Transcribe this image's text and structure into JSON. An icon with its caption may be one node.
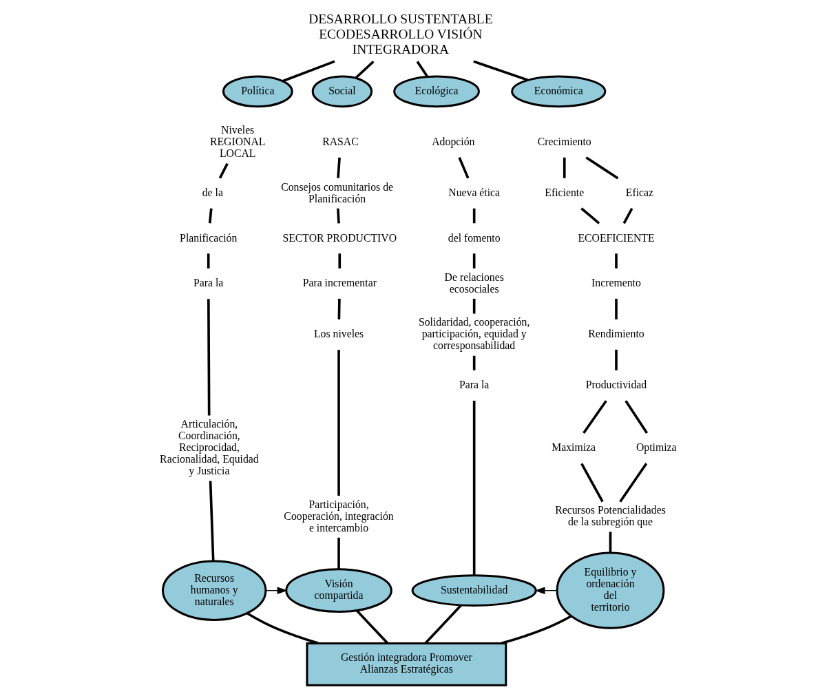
{
  "diagram": {
    "nodes": [
      {
        "text": [
          "DESARROLLO SUSTENTABLE ECODESARROLLO VISIÓN INTEGRADORA"
        ]
      },
      {
        "text": [
          "Política"
        ]
      },
      {
        "text": [
          "Social"
        ]
      },
      {
        "text": [
          "Ecológica"
        ]
      },
      {
        "text": [
          "Económica"
        ]
      },
      {
        "text": [
          "Niveles REGIONAL LOCAL"
        ]
      },
      {
        "text": [
          "de la"
        ]
      },
      {
        "text": [
          "Planificación"
        ]
      },
      {
        "text": [
          "Para la"
        ]
      },
      {
        "text": [
          "Articulación, Coordinación, Reciprocidad, Racionalidad, Equidad y Justicia"
        ]
      },
      {
        "text": [
          "Recursos humanos y naturales"
        ]
      },
      {
        "text": [
          "RASAC"
        ]
      },
      {
        "text": [
          "Consejos comunitarios de Planificación"
        ]
      },
      {
        "text": [
          "SECTOR PRODUCTIVO"
        ]
      },
      {
        "text": [
          "Para incrementar"
        ]
      },
      {
        "text": [
          "Los niveles"
        ]
      },
      {
        "text": [
          "Participación, Cooperación, integración e intercambio"
        ]
      },
      {
        "text": [
          "Visión compartida"
        ]
      },
      {
        "text": [
          "Adopción"
        ]
      },
      {
        "text": [
          "Nueva ética"
        ]
      },
      {
        "text": [
          "del fomento"
        ]
      },
      {
        "text": [
          "De relaciones ecosociales"
        ]
      },
      {
        "text": [
          "Solidaridad, cooperación, participación, equidad y corresponsabilidad"
        ]
      },
      {
        "text": [
          "Para la"
        ]
      },
      {
        "text": [
          "Sustentabilidad"
        ]
      },
      {
        "text": [
          "Crecimiento"
        ]
      },
      {
        "text": [
          "Eficiente"
        ]
      },
      {
        "text": [
          "Eficaz"
        ]
      },
      {
        "text": [
          "ECOEFICIENTE"
        ]
      },
      {
        "text": [
          "Incremento"
        ]
      },
      {
        "text": [
          "Rendimiento"
        ]
      },
      {
        "text": [
          "Productividad"
        ]
      },
      {
        "text": [
          "Maximiza"
        ]
      },
      {
        "text": [
          "Optimiza"
        ]
      },
      {
        "text": [
          "Recursos Potencialidades de la subregión que"
        ]
      },
      {
        "text": [
          "Equilibrio y ordenación del territorio"
        ]
      },
      {
        "text": [
          "Gestión integradora Promover Alianzas Estratégicas"
        ]
      }
    ],
    "edges": [
      {
        "from": 0,
        "to": 1,
        "arrow": "none"
      },
      {
        "from": 0,
        "to": 2,
        "arrow": "none"
      },
      {
        "from": 0,
        "to": 3,
        "arrow": "none"
      },
      {
        "from": 0,
        "to": 4,
        "arrow": "none"
      },
      {
        "from": 5,
        "to": 6,
        "arrow": "none"
      },
      {
        "from": 6,
        "to": 7,
        "arrow": "none"
      },
      {
        "from": 7,
        "to": 8,
        "arrow": "none"
      },
      {
        "from": 8,
        "to": 9,
        "arrow": "none"
      },
      {
        "from": 9,
        "to": 10,
        "arrow": "none"
      },
      {
        "from": 11,
        "to": 12,
        "arrow": "none"
      },
      {
        "from": 12,
        "to": 13,
        "arrow": "none"
      },
      {
        "from": 13,
        "to": 14,
        "arrow": "none"
      },
      {
        "from": 14,
        "to": 15,
        "arrow": "none"
      },
      {
        "from": 15,
        "to": 16,
        "arrow": "none"
      },
      {
        "from": 16,
        "to": 17,
        "arrow": "none"
      },
      {
        "from": 18,
        "to": 19,
        "arrow": "none"
      },
      {
        "from": 19,
        "to": 20,
        "arrow": "none"
      },
      {
        "from": 20,
        "to": 21,
        "arrow": "none"
      },
      {
        "from": 21,
        "to": 22,
        "arrow": "none"
      },
      {
        "from": 22,
        "to": 23,
        "arrow": "none"
      },
      {
        "from": 23,
        "to": 24,
        "arrow": "none"
      },
      {
        "from": 25,
        "to": 26,
        "arrow": "none"
      },
      {
        "from": 25,
        "to": 27,
        "arrow": "none"
      },
      {
        "from": 26,
        "to": 28,
        "arrow": "none"
      },
      {
        "from": 27,
        "to": 28,
        "arrow": "none"
      },
      {
        "from": 28,
        "to": 29,
        "arrow": "none"
      },
      {
        "from": 29,
        "to": 30,
        "arrow": "none"
      },
      {
        "from": 30,
        "to": 31,
        "arrow": "none"
      },
      {
        "from": 31,
        "to": 32,
        "arrow": "none"
      },
      {
        "from": 31,
        "to": 33,
        "arrow": "none"
      },
      {
        "from": 32,
        "to": 34,
        "arrow": "none"
      },
      {
        "from": 33,
        "to": 34,
        "arrow": "none"
      },
      {
        "from": 34,
        "to": 35,
        "arrow": "none"
      },
      {
        "from": 10,
        "to": 36,
        "arrow": "none"
      },
      {
        "from": 17,
        "to": 36,
        "arrow": "none"
      },
      {
        "from": 24,
        "to": 36,
        "arrow": "none"
      },
      {
        "from": 35,
        "to": 36,
        "arrow": "none"
      },
      {
        "from": 10,
        "to": 17,
        "arrow": "to"
      },
      {
        "from": 35,
        "to": 24,
        "arrow": "to"
      }
    ]
  }
}
